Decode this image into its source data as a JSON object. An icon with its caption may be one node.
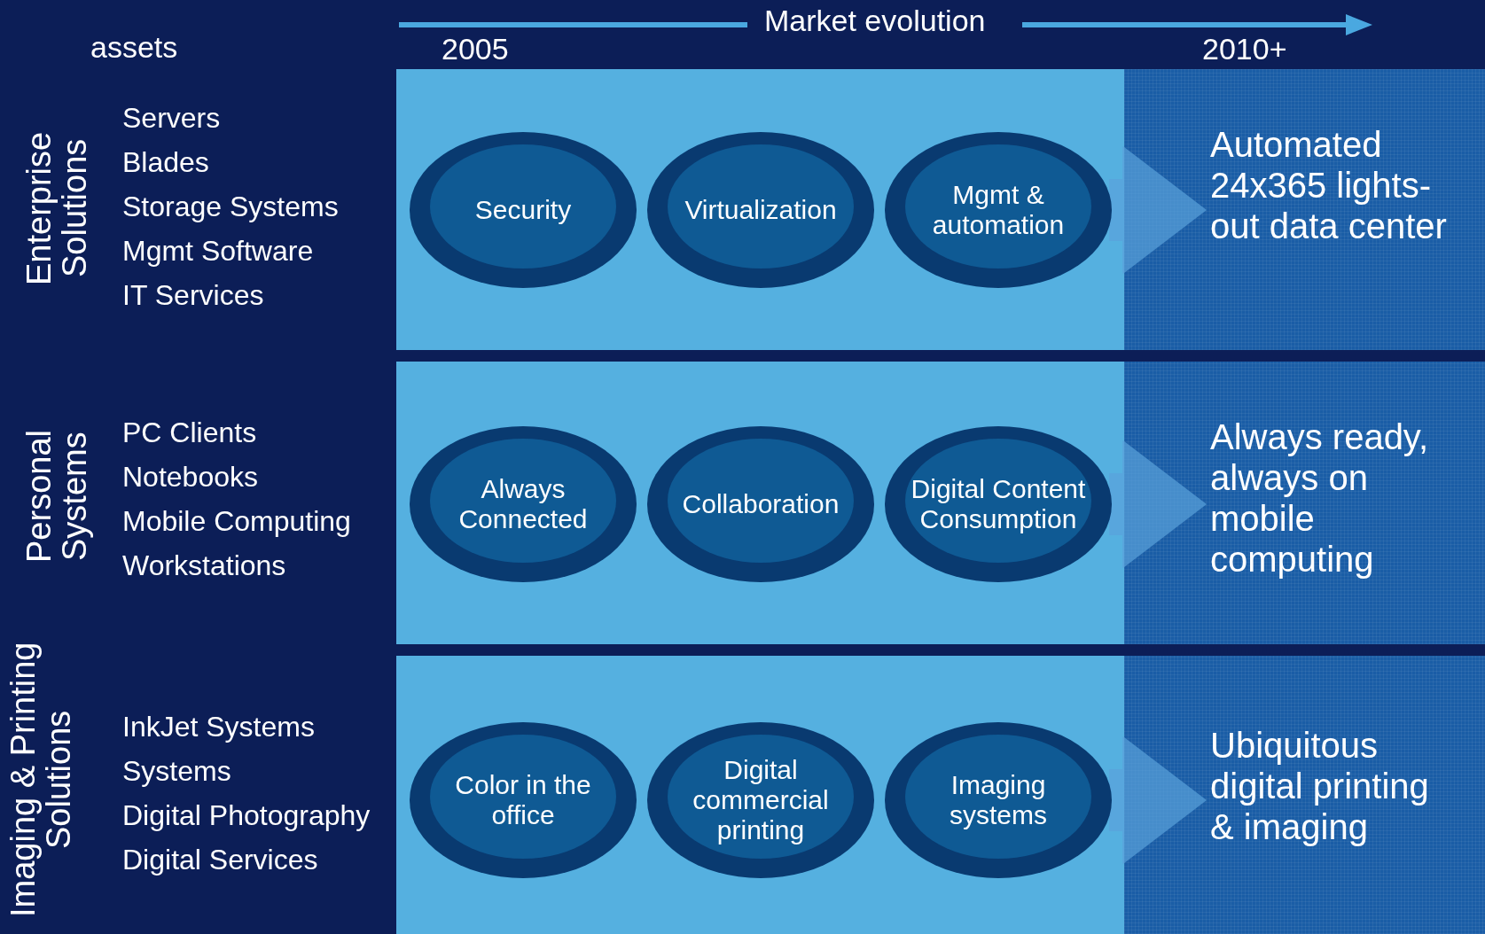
{
  "diagram": {
    "nodes": [
      {
        "text": [],
        "shape": "band"
      },
      {
        "text": [
          "Security"
        ],
        "in": 0
      },
      {
        "text": [
          "Virtualization"
        ],
        "in": 0
      },
      {
        "text": [
          "Mgmt & automation"
        ],
        "in": 0
      },
      {
        "text": [
          "Automated 24x365 lights-out data center"
        ]
      },
      {
        "text": [],
        "shape": "band"
      },
      {
        "text": [
          "Always Connected"
        ],
        "in": 5
      },
      {
        "text": [
          "Collaboration"
        ],
        "in": 5
      },
      {
        "text": [
          "Digital Content Consumption"
        ],
        "in": 5
      },
      {
        "text": [
          "Always ready, always on mobile computing"
        ]
      },
      {
        "text": [],
        "shape": "band"
      },
      {
        "text": [
          "Color in the office"
        ],
        "in": 10
      },
      {
        "text": [
          "Digital commercial printing"
        ],
        "in": 10
      },
      {
        "text": [
          "Imaging systems"
        ],
        "in": 10
      },
      {
        "text": [
          "Ubiquitous digital printing & imaging"
        ]
      }
    ],
    "edges": [
      {
        "from": 3,
        "to": 4,
        "arrow": "to"
      },
      {
        "from": 8,
        "to": 9,
        "arrow": "to"
      },
      {
        "from": 13,
        "to": 14,
        "arrow": "to"
      }
    ],
    "labels": [
      "assets",
      "Market evolution",
      "2005",
      "2010+",
      "Enterprise Solutions",
      "Servers",
      "Blades",
      "Storage Systems",
      "Mgmt Software",
      "IT Services",
      "Personal Systems",
      "PC Clients",
      "Notebooks",
      "Mobile Computing",
      "Workstations",
      "Imaging & Printing Solutions",
      "InkJet Systems",
      "Systems",
      "Digital Photography",
      "Digital Services"
    ]
  }
}
